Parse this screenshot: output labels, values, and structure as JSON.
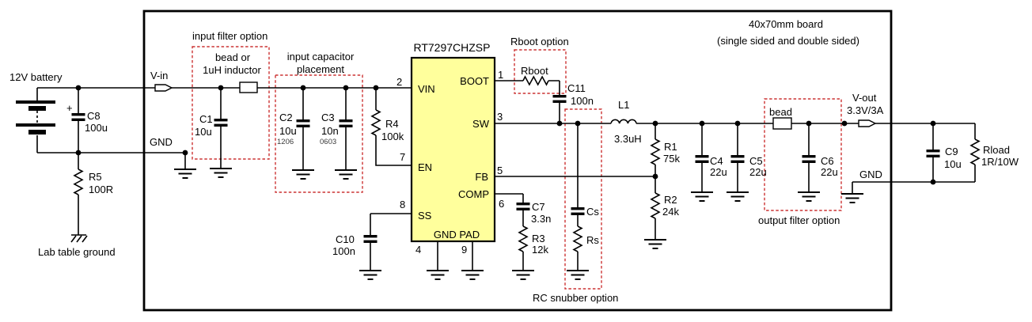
{
  "board": {
    "note": [
      "40x70mm board",
      "(single sided and double sided)"
    ]
  },
  "external": {
    "battery": "12V battery",
    "lab_ground": "Lab table ground"
  },
  "ports": {
    "vin": "V-in",
    "gnd_in": "GND",
    "vout": "V-out",
    "vout_spec": "3.3V/3A",
    "gnd_out": "GND"
  },
  "ic": {
    "part": "RT7297CHZSP",
    "pad": "GND PAD",
    "pins": {
      "vin": {
        "num": "2",
        "name": "VIN"
      },
      "en": {
        "num": "7",
        "name": "EN"
      },
      "ss": {
        "num": "8",
        "name": "SS"
      },
      "boot": {
        "num": "1",
        "name": "BOOT"
      },
      "sw": {
        "num": "3",
        "name": "SW"
      },
      "fb": {
        "num": "5",
        "name": "FB"
      },
      "comp": {
        "num": "6",
        "name": "COMP"
      },
      "gnd_a": {
        "num": "4"
      },
      "gnd_b": {
        "num": "9"
      }
    }
  },
  "components": {
    "c1": {
      "ref": "C1",
      "value": "10u"
    },
    "c2": {
      "ref": "C2",
      "value": "10u",
      "footprint": "1206"
    },
    "c3": {
      "ref": "C3",
      "value": "10n",
      "footprint": "0603"
    },
    "c4": {
      "ref": "C4",
      "value": "22u"
    },
    "c5": {
      "ref": "C5",
      "value": "22u"
    },
    "c6": {
      "ref": "C6",
      "value": "22u"
    },
    "c7": {
      "ref": "C7",
      "value": "3.3n"
    },
    "c8": {
      "ref": "C8",
      "value": "100u",
      "polarity": "+"
    },
    "c9": {
      "ref": "C9",
      "value": "10u"
    },
    "c10": {
      "ref": "C10",
      "value": "100n"
    },
    "c11": {
      "ref": "C11",
      "value": "100n"
    },
    "r1": {
      "ref": "R1",
      "value": "75k"
    },
    "r2": {
      "ref": "R2",
      "value": "24k"
    },
    "r3": {
      "ref": "R3",
      "value": "12k"
    },
    "r4": {
      "ref": "R4",
      "value": "100k"
    },
    "r5": {
      "ref": "R5",
      "value": "100R"
    },
    "rboot": {
      "ref": "Rboot"
    },
    "cs": {
      "ref": "Cs"
    },
    "rs": {
      "ref": "Rs"
    },
    "l1": {
      "ref": "L1",
      "value": "3.3uH"
    },
    "bead": {
      "ref": "bead"
    },
    "rload": {
      "ref": "Rload",
      "value": "1R/10W"
    }
  },
  "options": {
    "input_filter": {
      "title": "input filter option",
      "desc": [
        "bead or",
        "1uH inductor"
      ]
    },
    "input_caps": {
      "title": [
        "input capacitor",
        "placement"
      ]
    },
    "rboot": {
      "title": "Rboot option"
    },
    "snubber": {
      "title": "RC snubber option"
    },
    "output_filter": {
      "title": "output filter option"
    }
  }
}
